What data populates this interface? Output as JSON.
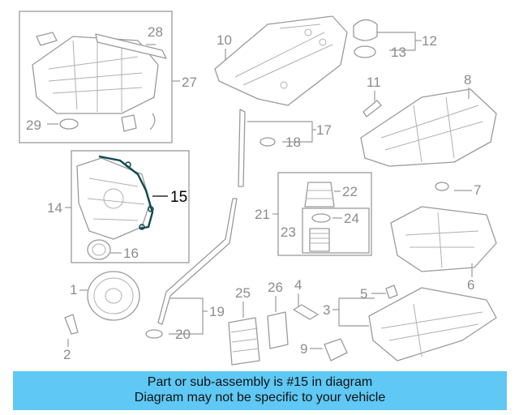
{
  "diagram": {
    "callouts": [
      "1",
      "2",
      "3",
      "4",
      "5",
      "6",
      "7",
      "8",
      "9",
      "10",
      "11",
      "12",
      "13",
      "14",
      "15",
      "16",
      "17",
      "18",
      "19",
      "20",
      "21",
      "22",
      "23",
      "24",
      "25",
      "26",
      "27",
      "28",
      "29"
    ],
    "highlighted": "15"
  },
  "banner": {
    "line1": "Part or sub-assembly is #15 in diagram",
    "line2": "Diagram may not be specific to your vehicle"
  },
  "colors": {
    "banner": "#5fc8f4",
    "highlight_part": "#0f4a4f"
  }
}
